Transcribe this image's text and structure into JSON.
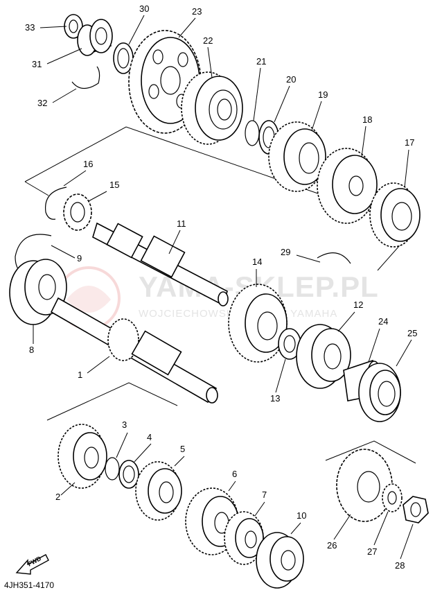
{
  "diagram": {
    "drawing_code": "4JH351-4170",
    "fwd_label": "FWD",
    "watermark": {
      "title": "YAMA-SKLEP.PL",
      "subtitle": "WOJCIECHOWSKI DEALER YAMAHA",
      "accent": "#e23b3b"
    },
    "parts": [
      {
        "id": "p1",
        "number": "1"
      },
      {
        "id": "p2",
        "number": "2"
      },
      {
        "id": "p3",
        "number": "3"
      },
      {
        "id": "p4",
        "number": "4"
      },
      {
        "id": "p5",
        "number": "5"
      },
      {
        "id": "p6",
        "number": "6"
      },
      {
        "id": "p7",
        "number": "7"
      },
      {
        "id": "p8",
        "number": "8"
      },
      {
        "id": "p9",
        "number": "9"
      },
      {
        "id": "p10",
        "number": "10"
      },
      {
        "id": "p11",
        "number": "11"
      },
      {
        "id": "p12",
        "number": "12"
      },
      {
        "id": "p13",
        "number": "13"
      },
      {
        "id": "p14",
        "number": "14"
      },
      {
        "id": "p15",
        "number": "15"
      },
      {
        "id": "p16",
        "number": "16"
      },
      {
        "id": "p17",
        "number": "17"
      },
      {
        "id": "p18",
        "number": "18"
      },
      {
        "id": "p19",
        "number": "19"
      },
      {
        "id": "p20",
        "number": "20"
      },
      {
        "id": "p21",
        "number": "21"
      },
      {
        "id": "p22",
        "number": "22"
      },
      {
        "id": "p23",
        "number": "23"
      },
      {
        "id": "p24",
        "number": "24"
      },
      {
        "id": "p25",
        "number": "25"
      },
      {
        "id": "p26",
        "number": "26"
      },
      {
        "id": "p27",
        "number": "27"
      },
      {
        "id": "p28",
        "number": "28"
      },
      {
        "id": "p29",
        "number": "29"
      },
      {
        "id": "p30",
        "number": "30"
      },
      {
        "id": "p31",
        "number": "31"
      },
      {
        "id": "p32",
        "number": "32"
      },
      {
        "id": "p33",
        "number": "33"
      }
    ]
  }
}
